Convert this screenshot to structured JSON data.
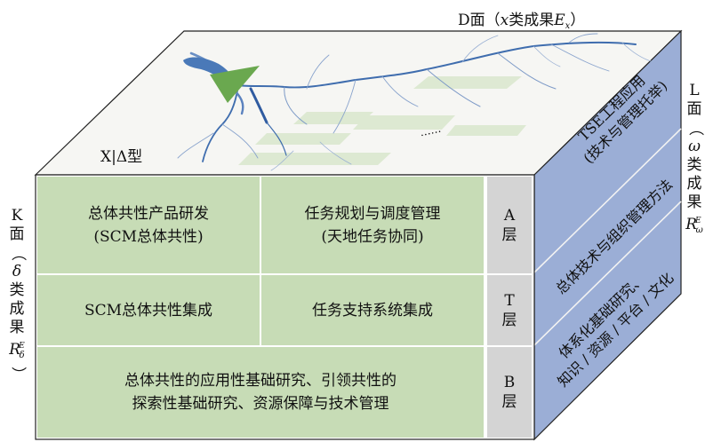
{
  "top_face": {
    "title_prefix": "D面（",
    "title_var": "x",
    "title_mid": "类成果",
    "title_sym": "E",
    "title_sub": "x",
    "title_suffix": "）",
    "delta_label": "X|Δ型",
    "dots": "……"
  },
  "front_face": {
    "a_row": {
      "cell1_line1": "总体共性产品研发",
      "cell1_line2": "(SCM总体共性)",
      "cell2_line1": "任务规划与调度管理",
      "cell2_line2": "(天地任务协同)"
    },
    "t_row": {
      "cell1": "SCM总体共性集成",
      "cell2": "任务支持系统集成"
    },
    "b_row": {
      "line1": "总体共性的应用性基础研究、引领共性的",
      "line2": "探索性基础研究、资源保障与技术管理"
    },
    "layers": [
      {
        "letter": "A",
        "char": "层"
      },
      {
        "letter": "T",
        "char": "层"
      },
      {
        "letter": "B",
        "char": "层"
      }
    ]
  },
  "side_face": {
    "band1_line1": "TSE工程应用",
    "band1_line2": "(技术与管理托举)",
    "band2": "总体技术与组织管理方法",
    "band3_line1": "体系化基础研究、",
    "band3_line2": "知识 / 资源 / 平台 / 文化"
  },
  "left_label": {
    "chars": [
      "K",
      "面",
      "（",
      "δ",
      "类",
      "成",
      "果"
    ],
    "sym": "R",
    "sup": "E",
    "sub": "δ",
    "close": "）"
  },
  "right_label": {
    "chars": [
      "L",
      "面",
      "（",
      "ω",
      "类",
      "成",
      "果"
    ],
    "sym": "R",
    "sup": "E",
    "sub": "ω"
  },
  "colors": {
    "green_cell": "#c7dcb6",
    "gray_cell": "#d5d5d5",
    "side_blue": "#99abd4",
    "top_bg": "#f7f7f4",
    "river": "#3f6dae",
    "green_triangle": "#6aa84f"
  }
}
